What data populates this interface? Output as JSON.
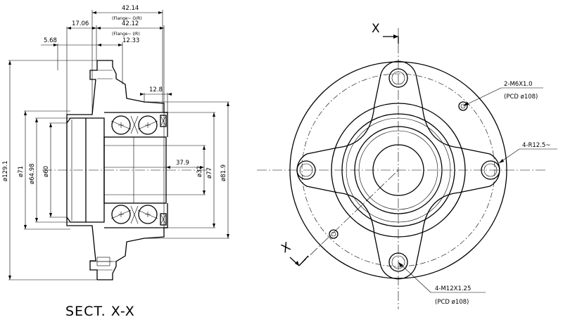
{
  "section_title": "SECT. X-X",
  "section_marker": "X",
  "dimensions": {
    "flange_outer": "42.14",
    "flange_outer_note": "(Flange~ O/R)",
    "flange_inner": "42.12",
    "flange_inner_note": "(Flange~ I/R)",
    "d_17_06": "17.06",
    "d_5_68": "5.68",
    "d_12_33": "12.33",
    "d_12_8": "12.8",
    "d_37_9": "37.9",
    "dia_129_1": "ø129.1",
    "dia_71": "ø71",
    "dia_64_98": "ø64.98",
    "dia_60": "ø60",
    "dia_32": "ø32",
    "dia_77": "ø77",
    "dia_81_9": "ø81.9"
  },
  "callouts": {
    "m6_label": "2-M6X1.0",
    "m6_pcd": "(PCD ø108)",
    "r12_label": "4-R12.5~",
    "m12_label": "4-M12X1.25",
    "m12_pcd": "(PCD ø108)"
  }
}
